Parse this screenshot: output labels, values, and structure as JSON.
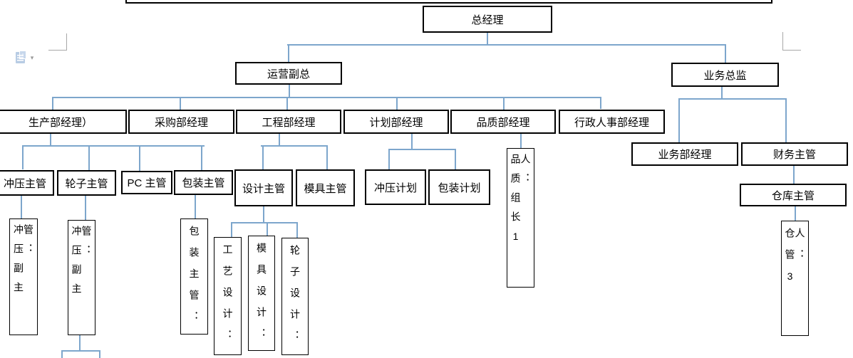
{
  "colors": {
    "connector": "#7da6cc",
    "box_border": "#000000",
    "boundary_mark": "#a8a8a8",
    "paste_icon": "#b8cce4"
  },
  "icons": {
    "paste_options": "paste-options-clipboard",
    "dropdown_glyph": "▾"
  },
  "nodes": {
    "gm": {
      "label": "总经理"
    },
    "ops_vp": {
      "label": "运营副总"
    },
    "biz_director": {
      "label": "业务总监"
    },
    "production_mgr": {
      "label": "生产部经理）"
    },
    "purchasing_mgr": {
      "label": "采购部经理"
    },
    "engineering_mgr": {
      "label": "工程部经理"
    },
    "planning_mgr": {
      "label": "计划部经理"
    },
    "quality_mgr": {
      "label": "品质部经理"
    },
    "admin_hr_mgr": {
      "label": "行政人事部经理"
    },
    "stamping_sup": {
      "label": "冲压主管"
    },
    "wheel_sup": {
      "label": "轮子主管"
    },
    "pc_sup": {
      "label": "PC 主管"
    },
    "packaging_sup": {
      "label": "包装主管"
    },
    "design_sup": {
      "label": "设计主管"
    },
    "mold_sup": {
      "label": "模具主管"
    },
    "stamping_plan": {
      "label": "冲压计划"
    },
    "packaging_plan": {
      "label": "包装计划"
    },
    "quality_leader": {
      "label": "品质组长1人："
    },
    "stamping_deputy_1": {
      "label": "冲压副主管："
    },
    "stamping_deputy_2": {
      "label": "冲压副主管："
    },
    "packaging_sup_v": {
      "label": "包装主管："
    },
    "process_design": {
      "label": "工艺设计："
    },
    "mold_design": {
      "label": "模具设计："
    },
    "wheel_design": {
      "label": "轮子设计："
    },
    "biz_dept_mgr": {
      "label": "业务部经理"
    },
    "finance_sup": {
      "label": "财务主管"
    },
    "warehouse_sup": {
      "label": "仓库主管"
    },
    "warehouse_keeper": {
      "label": "仓管3人："
    }
  }
}
